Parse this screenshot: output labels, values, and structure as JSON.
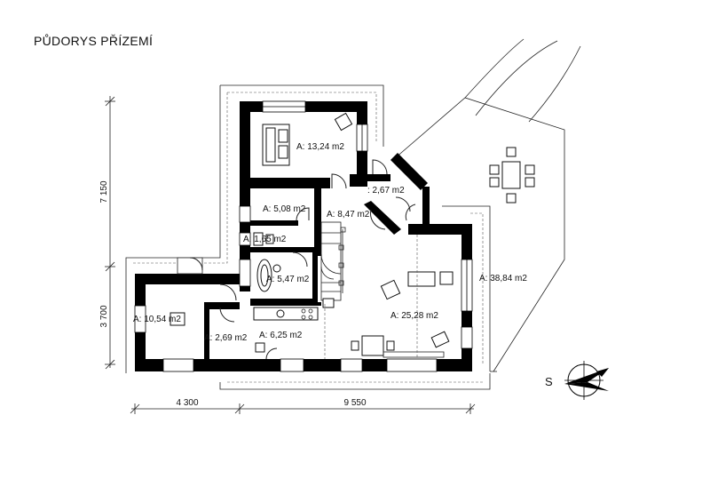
{
  "title": "PŮDORYS PŘÍZEMÍ",
  "rooms": [
    {
      "label": "A: 13,24 m2"
    },
    {
      "label": ": 2,67 m2"
    },
    {
      "label": "A: 5,08 m2"
    },
    {
      "label": "A: 8,47 m2"
    },
    {
      "label": "A: 1,65 m2"
    },
    {
      "label": "A: 5,47 m2"
    },
    {
      "label": "A: 10,54 m2"
    },
    {
      "label": "A: 2,69 m2"
    },
    {
      "label": "A: 6,25 m2"
    },
    {
      "label": "A: 25,28 m2"
    },
    {
      "label": "A: 38,84 m2"
    }
  ],
  "dimensions": {
    "horizontal": [
      "4 300",
      "9 550"
    ],
    "vertical": [
      "7 150",
      "3 700"
    ]
  },
  "compass": {
    "label": "S"
  },
  "colors": {
    "wall": "#000000",
    "line": "#222222"
  }
}
